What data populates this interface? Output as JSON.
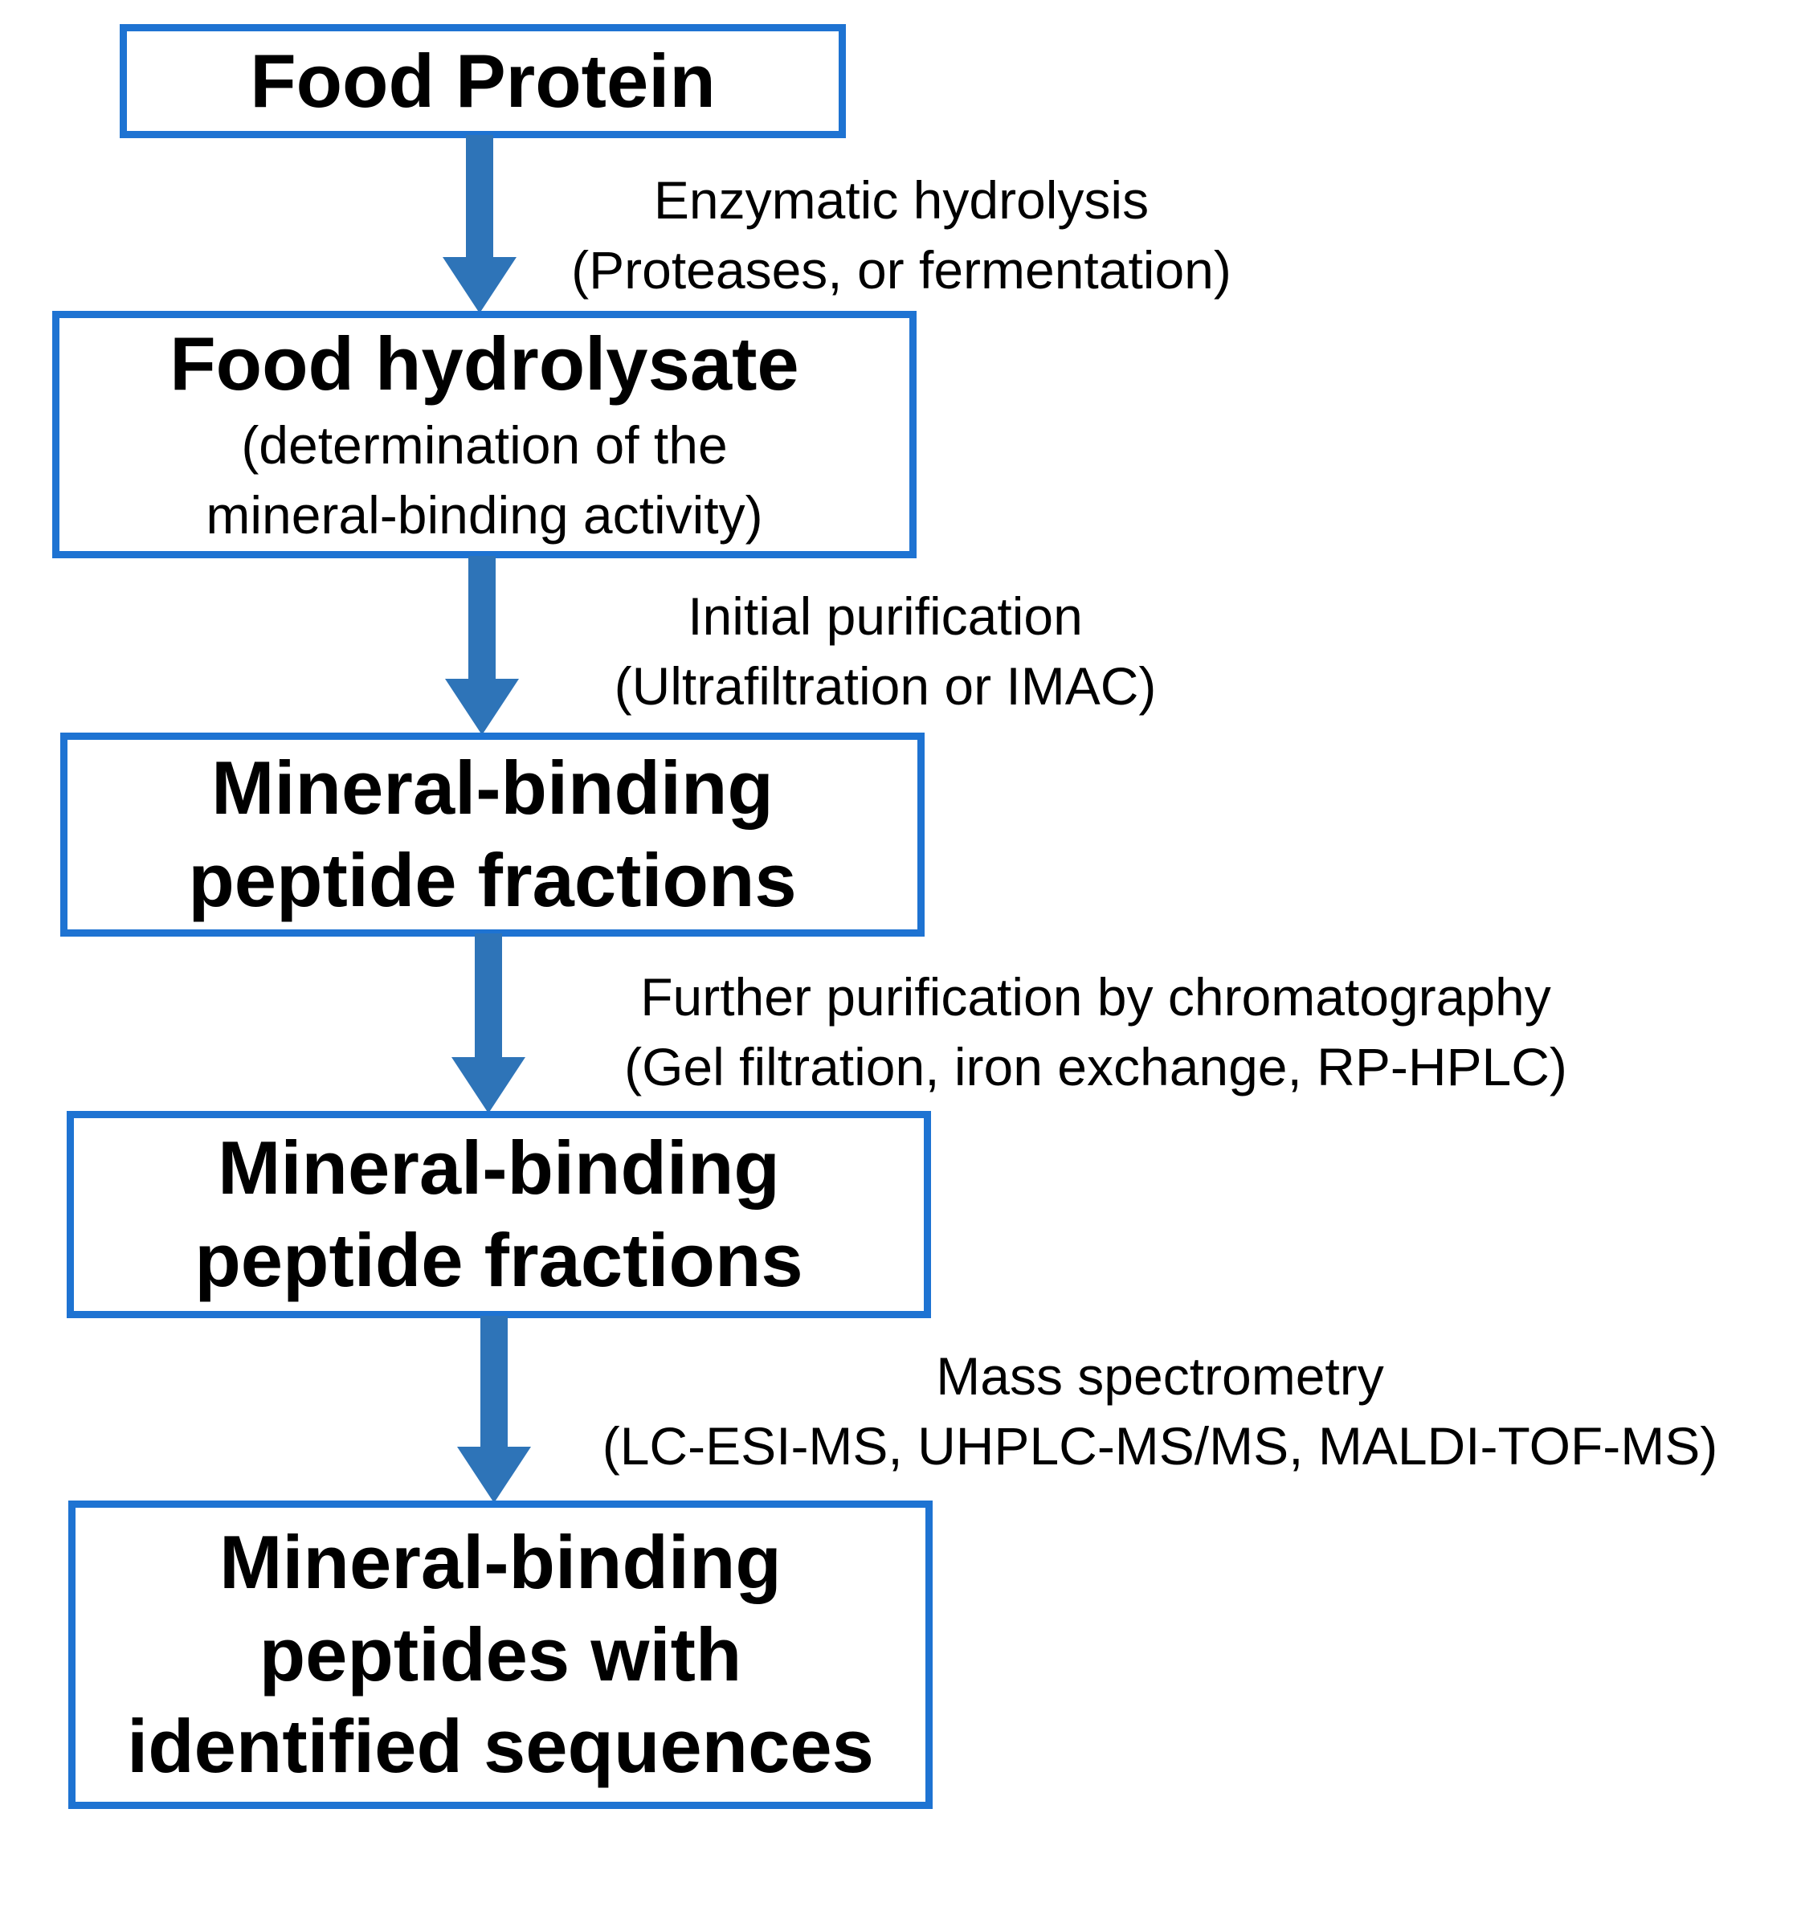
{
  "figure": {
    "type": "flowchart",
    "background": "#ffffff",
    "colors": {
      "box_border": "#1E73D2",
      "arrow_fill": "#2E74B8",
      "text": "#000000",
      "box_fill": "#ffffff"
    },
    "nodes": [
      {
        "id": "food-protein",
        "title_lines": [
          "Food Protein"
        ]
      },
      {
        "id": "food-hydrolysate",
        "title_lines": [
          "Food hydrolysate"
        ],
        "subtitle_lines": [
          "(determination of the",
          "mineral-binding activity)"
        ]
      },
      {
        "id": "mineral-binding-peptide-fractions-1",
        "title_lines": [
          "Mineral-binding",
          "peptide fractions"
        ]
      },
      {
        "id": "mineral-binding-peptide-fractions-2",
        "title_lines": [
          "Mineral-binding",
          "peptide fractions"
        ]
      },
      {
        "id": "mineral-binding-peptides-identified",
        "title_lines": [
          "Mineral-binding",
          "peptides with",
          "identified sequences"
        ]
      }
    ],
    "edges": [
      {
        "label": "Enzymatic hydrolysis",
        "detail": "(Proteases, or fermentation)"
      },
      {
        "label": "Initial purification",
        "detail": "(Ultrafiltration or IMAC)"
      },
      {
        "label": "Further purification by chromatography",
        "detail": "(Gel filtration, iron exchange, RP-HPLC)"
      },
      {
        "label": "Mass spectrometry",
        "detail": "(LC-ESI-MS, UHPLC-MS/MS, MALDI-TOF-MS)"
      }
    ]
  }
}
